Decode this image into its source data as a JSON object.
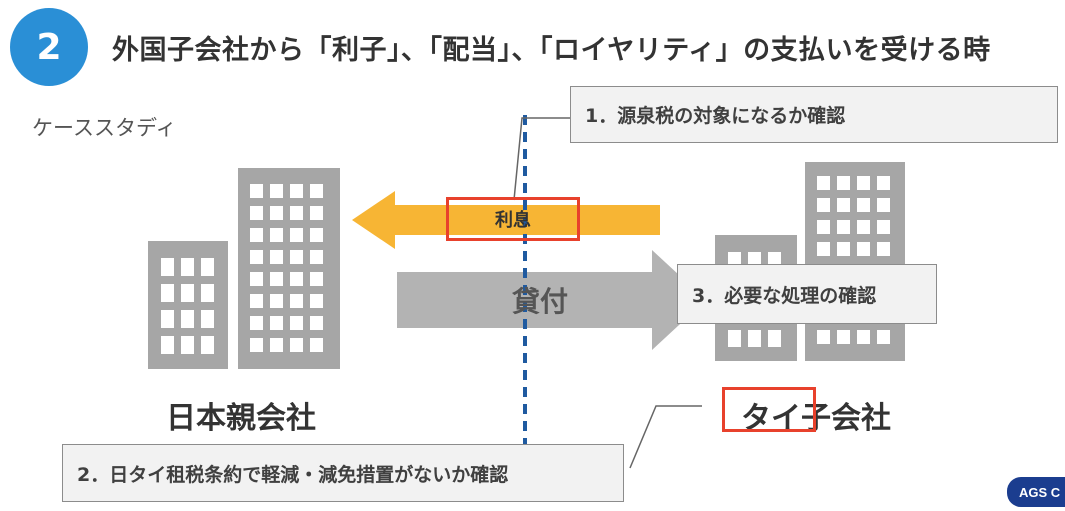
{
  "header": {
    "step_number": "2",
    "title": "外国子会社から「利子」、「配当」、「ロイヤリティ」の支払いを受ける時"
  },
  "case_study_label": "ケーススタディ",
  "arrows": {
    "interest_label": "利息",
    "loan_label": "貸付"
  },
  "companies": {
    "japan_parent": "日本親会社",
    "thai_subsidiary": "タイ子会社"
  },
  "notes": {
    "note1": "1．源泉税の対象になるか確認",
    "note2": "2．日タイ租税条約で軽減・減免措置がないか確認",
    "note3": "3．必要な処理の確認"
  },
  "logo": {
    "text": "AGS C"
  },
  "colors": {
    "badge_blue": "#2a8fd6",
    "arrow_orange": "#f7b534",
    "arrow_gray": "#b3b3b3",
    "building_gray": "#a6a6a6",
    "divider_blue": "#1f5aa0",
    "highlight_red": "#e8412c",
    "logo_navy": "#1b3d8f"
  }
}
